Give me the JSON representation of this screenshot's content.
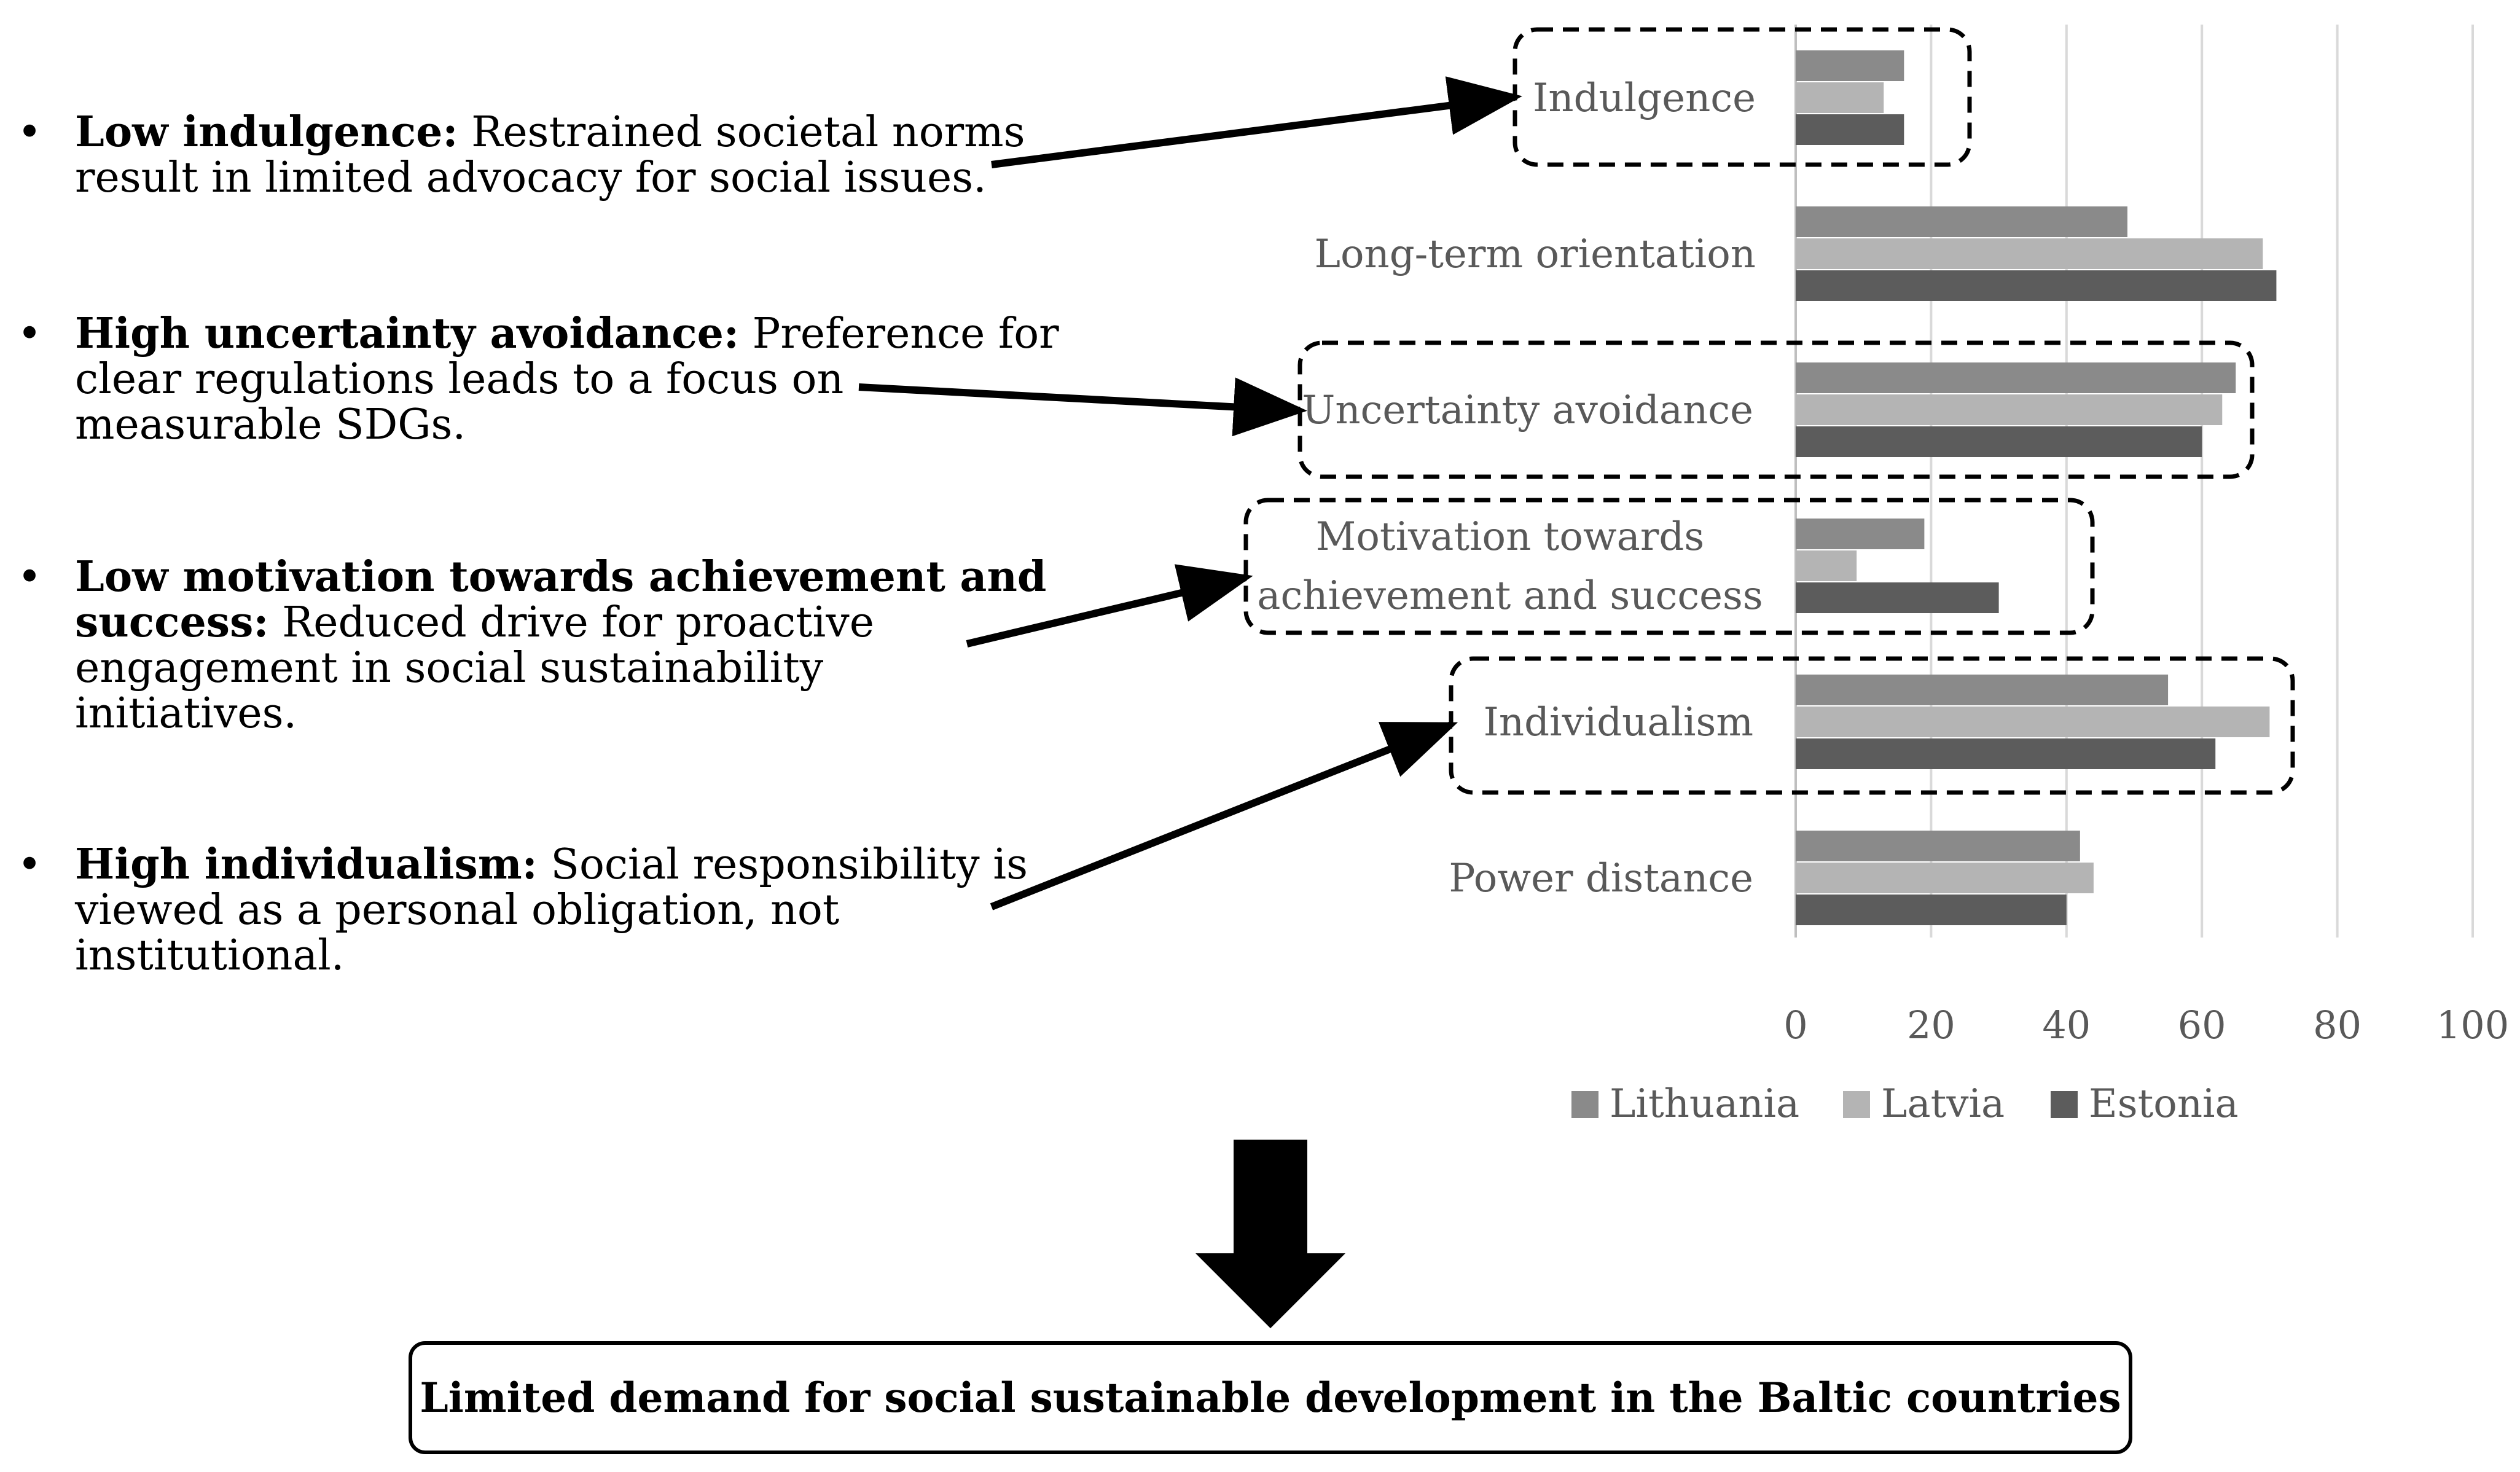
{
  "bullets": [
    {
      "bold": "Low indulgence:",
      "lines": [
        {
          "bold": "Low indulgence:",
          "text": " Restrained societal norms"
        },
        {
          "bold": "",
          "text": "result in limited advocacy for social issues."
        }
      ]
    },
    {
      "lines": [
        {
          "bold": "High uncertainty avoidance:",
          "text": " Preference for"
        },
        {
          "bold": "",
          "text": "clear regulations leads to a focus on"
        },
        {
          "bold": "",
          "text": "measurable SDGs."
        }
      ]
    },
    {
      "lines": [
        {
          "bold": "Low motivation towards achievement and",
          "text": ""
        },
        {
          "bold": "success:",
          "text": " Reduced drive for proactive"
        },
        {
          "bold": "",
          "text": "engagement in social sustainability"
        },
        {
          "bold": "",
          "text": "initiatives."
        }
      ]
    },
    {
      "lines": [
        {
          "bold": "High individualism:",
          "text": " Social responsibility is"
        },
        {
          "bold": "",
          "text": "viewed as a personal obligation, not"
        },
        {
          "bold": "",
          "text": "institutional."
        }
      ]
    }
  ],
  "bullet_symbol": "•",
  "conclusion": "Limited demand for social sustainable development in the Baltic countries",
  "chart_data": {
    "type": "bar",
    "orientation": "horizontal",
    "categories": [
      "Indulgence",
      "Long-term orientation",
      "Uncertainty avoidance",
      "Motivation towards achievement and success",
      "Individualism",
      "Power distance"
    ],
    "category_lines": [
      [
        "Indulgence"
      ],
      [
        "Long-term orientation"
      ],
      [
        "Uncertainty avoidance"
      ],
      [
        "Motivation towards",
        "achievement and success"
      ],
      [
        "Individualism"
      ],
      [
        "Power distance"
      ]
    ],
    "highlighted_categories": [
      "Indulgence",
      "Uncertainty avoidance",
      "Motivation towards achievement and success",
      "Individualism"
    ],
    "series": [
      {
        "name": "Lithuania",
        "color": "#8a8a8a",
        "values": [
          16,
          49,
          65,
          19,
          55,
          42
        ]
      },
      {
        "name": "Latvia",
        "color": "#b4b4b4",
        "values": [
          13,
          69,
          63,
          9,
          70,
          44
        ]
      },
      {
        "name": "Estonia",
        "color": "#5c5c5c",
        "values": [
          16,
          71,
          60,
          30,
          62,
          40
        ]
      }
    ],
    "xlim": [
      0,
      100
    ],
    "xticks": [
      "0",
      "20",
      "40",
      "60",
      "80",
      "100"
    ],
    "grid": true,
    "legend_position": "bottom",
    "title": "",
    "xlabel": "",
    "ylabel": ""
  },
  "colors": {
    "grid": "#d9d9d9",
    "text": "#595959",
    "arrow": "#000000"
  }
}
